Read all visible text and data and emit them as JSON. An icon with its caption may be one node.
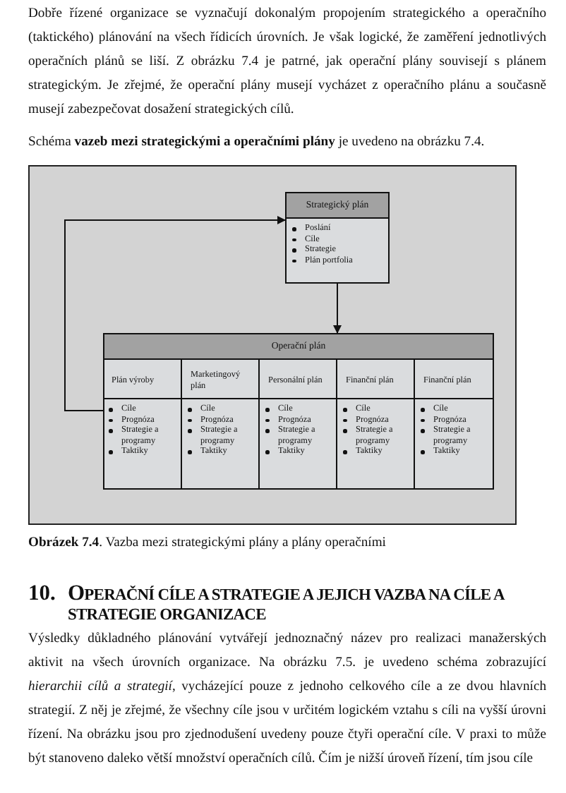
{
  "diagram": {
    "caption": "**Obrázek 7.4**. Vazba mezi strategickými plány a plány operačními",
    "nodes": [
      {
        "text": [
          "Strategický plán",
          "Poslání",
          "Cíle",
          "Strategie",
          "Plán portfolia"
        ]
      },
      {
        "text": [
          "Operační plán"
        ]
      },
      {
        "text": [
          "Plán výroby",
          "Cíle",
          "Prognóza",
          "Strategie a programy",
          "Taktiky"
        ],
        "in": 1
      },
      {
        "text": [
          "Marketingový plán",
          "Cíle",
          "Prognóza",
          "Strategie a programy",
          "Taktiky"
        ],
        "in": 1
      },
      {
        "text": [
          "Personální plán",
          "Cíle",
          "Prognóza",
          "Strategie a programy",
          "Taktiky"
        ],
        "in": 1
      },
      {
        "text": [
          "Finanční plán",
          "Cíle",
          "Prognóza",
          "Strategie a programy",
          "Taktiky"
        ],
        "in": 1
      },
      {
        "text": [
          "Finanční plán",
          "Cíle",
          "Prognóza",
          "Strategie a programy",
          "Taktiky"
        ],
        "in": 1
      }
    ],
    "edges": [
      {
        "from": 0,
        "to": 1,
        "arrow": "to"
      },
      {
        "from": 2,
        "to": 0,
        "arrow": "to"
      }
    ],
    "labels": [
      "Dobře řízené organizace se vyznačují dokonalým propojením strategického a operačního (taktického) plánování na všech řídicích úrovních. Je však logické, že zaměření jednotlivých operačních plánů se liší. Z obrázku 7.4 je patrné, jak operační plány souvisejí s plánem strategickým. Je zřejmé, že operační plány musejí vycházet z operačního plánu a současně musejí zabezpečovat dosažení strategických cílů.",
      "Schéma **vazeb mezi strategickými a operačními plány** je uvedeno na obrázku 7.4.",
      "10.",
      "OPERAČNÍ CÍLE A STRATEGIE A JEJICH VAZBA NA CÍLE A STRATEGIE ORGANIZACE",
      "Výsledky důkladného plánování vytvářejí jednoznačný název pro realizaci manažerských aktivit na všech úrovních organizace. Na obrázku 7.5. je uvedeno schéma zobrazující *hierarchii cílů a strategií*, vycházející pouze z jednoho celkového cíle a ze dvou hlavních strategií. Z něj je zřejmé, že všechny cíle jsou v určitém logickém vztahu s cíli na vyšší úrovni řízení. Na obrázku jsou pro zjednodušení uvedeny pouze čtyři operační cíle. V praxi to může být stanoveno daleko větší množství operačních cílů. Čím je nižší úroveň řízení, tím jsou cíle"
    ]
  }
}
